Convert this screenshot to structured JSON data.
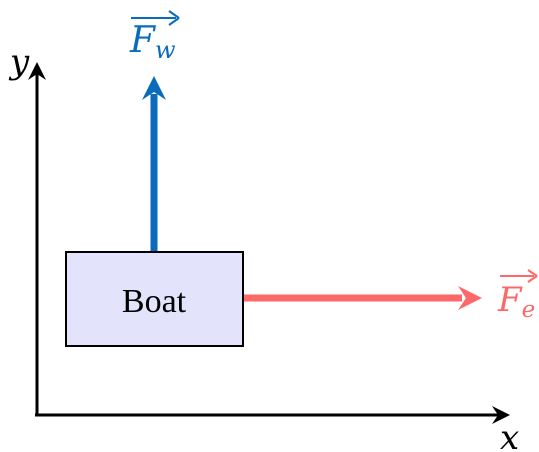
{
  "axes": {
    "x_label": "x",
    "y_label": "y",
    "color": "#000000"
  },
  "boat": {
    "label": "Boat",
    "fill": "#e3e3fb",
    "stroke": "#000000"
  },
  "forces": {
    "wind": {
      "symbol": "F",
      "subscript": "w",
      "color": "#0a6bbd"
    },
    "engine": {
      "symbol": "F",
      "subscript": "e",
      "color": "#ff6868"
    }
  }
}
